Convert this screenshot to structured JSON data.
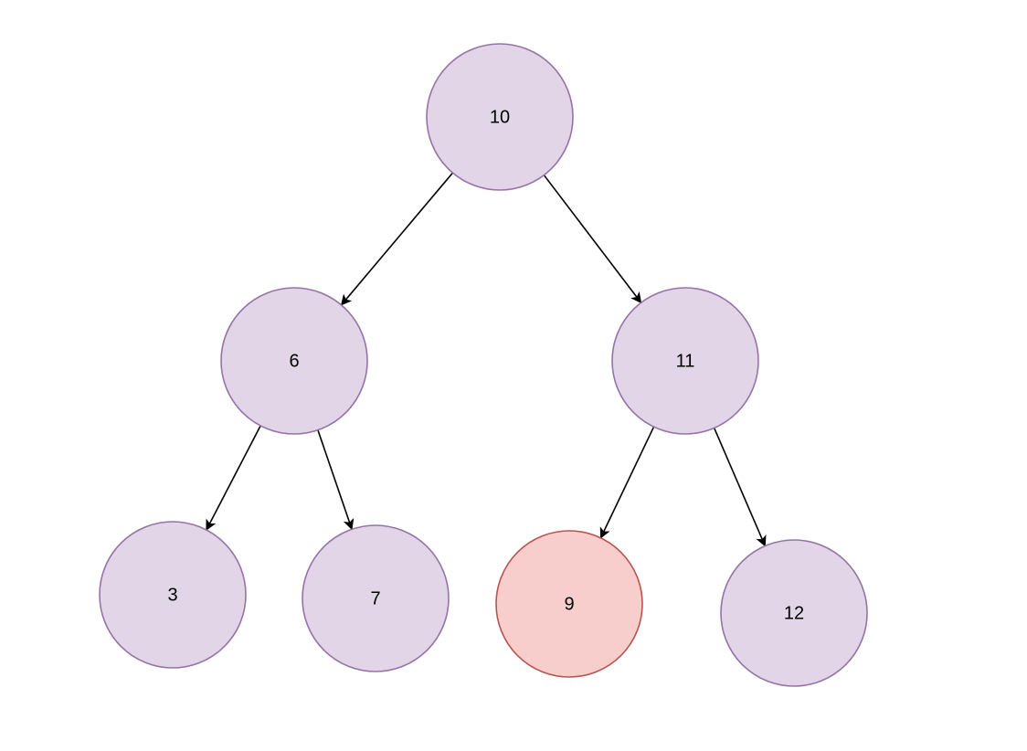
{
  "colors": {
    "default_fill": "#e1d5e7",
    "default_stroke": "#9673a6",
    "highlight_fill": "#f8cecc",
    "highlight_stroke": "#b85450",
    "edge": "#000000",
    "background": "#ffffff"
  },
  "tree": {
    "nodes": [
      {
        "id": "n10",
        "label": "10",
        "style": "default"
      },
      {
        "id": "n6",
        "label": "6",
        "style": "default"
      },
      {
        "id": "n11",
        "label": "11",
        "style": "default"
      },
      {
        "id": "n3",
        "label": "3",
        "style": "default"
      },
      {
        "id": "n7",
        "label": "7",
        "style": "default"
      },
      {
        "id": "n9",
        "label": "9",
        "style": "highlight"
      },
      {
        "id": "n12",
        "label": "12",
        "style": "default"
      }
    ],
    "edges": [
      {
        "from": "n10",
        "to": "n6"
      },
      {
        "from": "n10",
        "to": "n11"
      },
      {
        "from": "n6",
        "to": "n3"
      },
      {
        "from": "n6",
        "to": "n7"
      },
      {
        "from": "n11",
        "to": "n9"
      },
      {
        "from": "n11",
        "to": "n12"
      }
    ]
  }
}
